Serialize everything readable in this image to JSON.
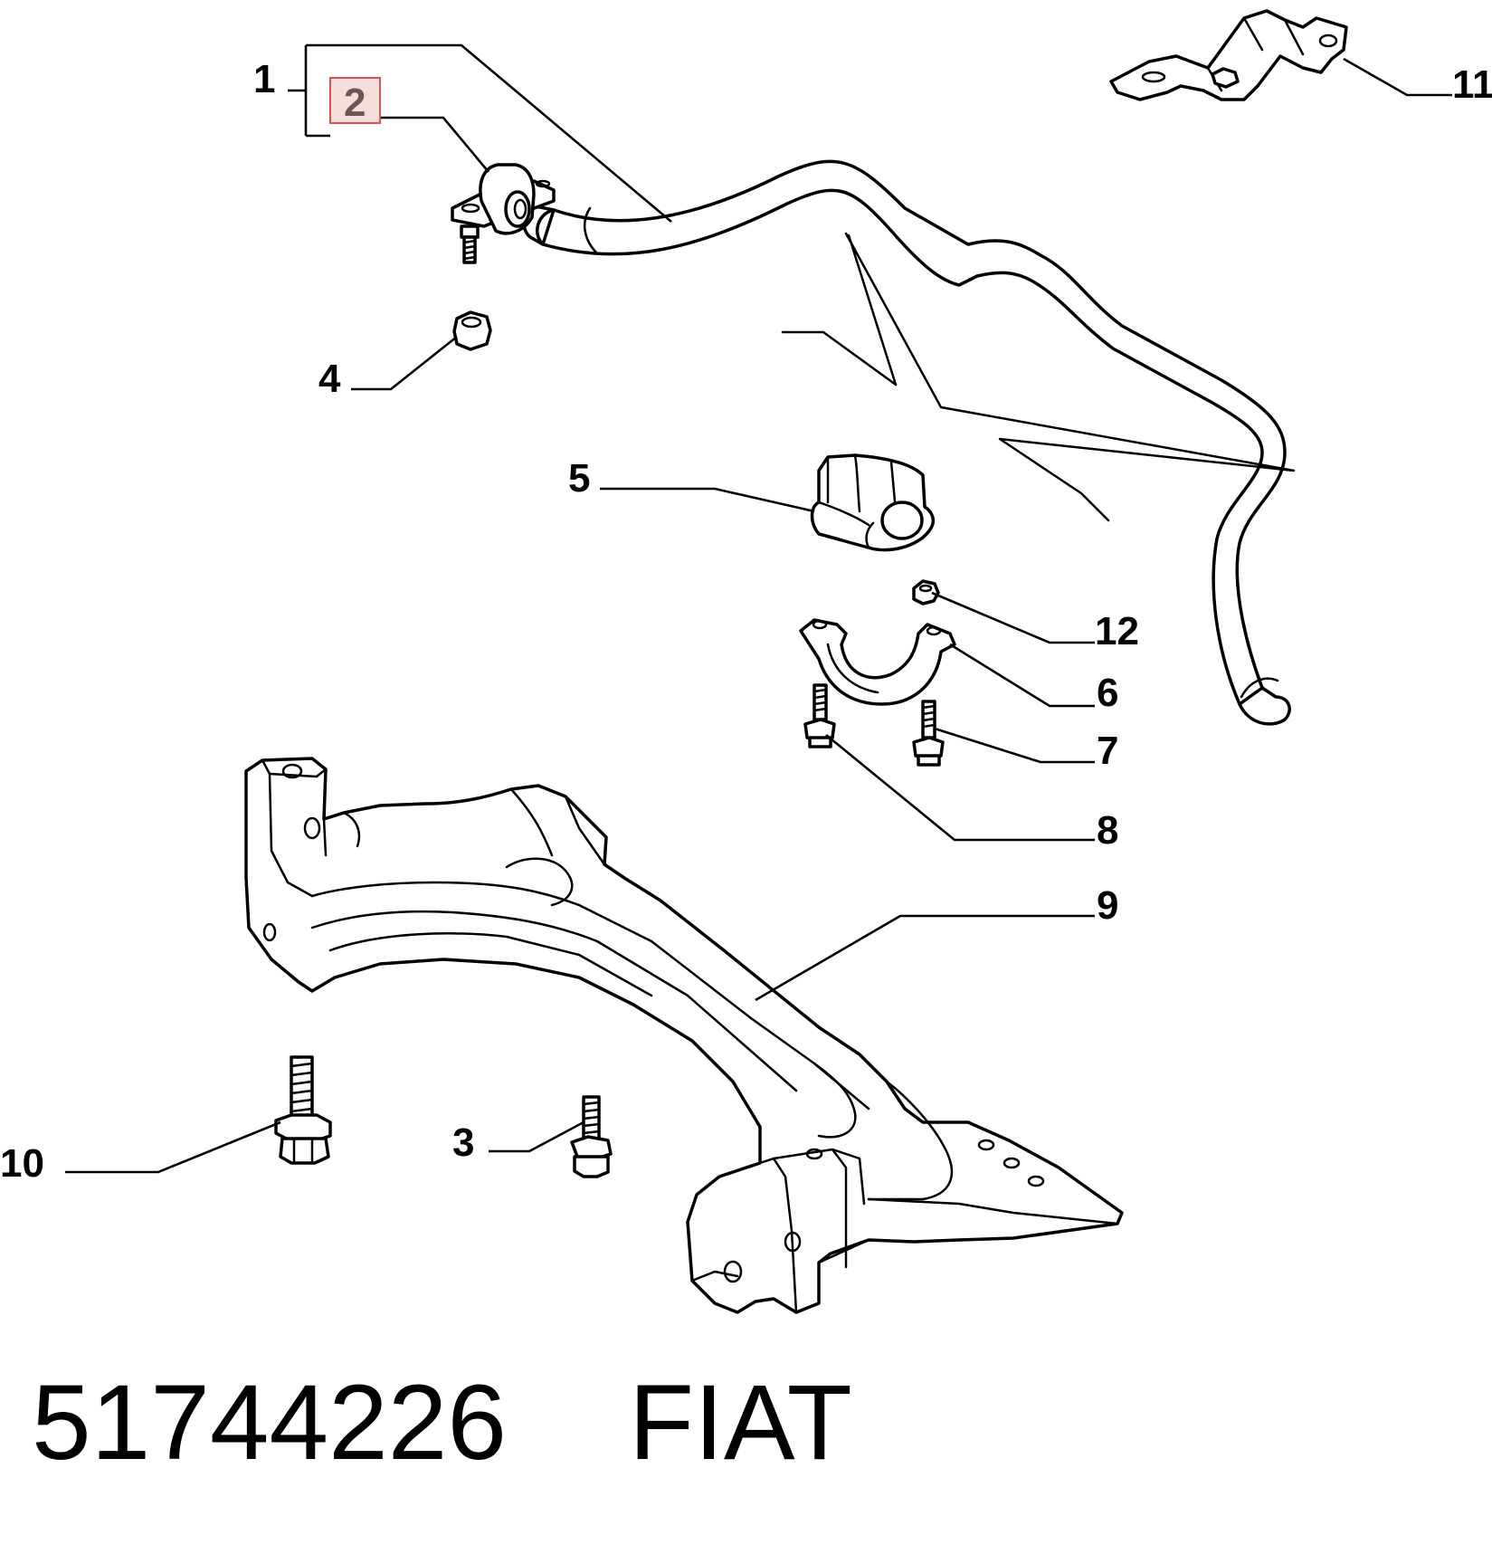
{
  "diagram": {
    "callouts": [
      {
        "id": "1",
        "label": "1"
      },
      {
        "id": "2",
        "label": "2",
        "highlighted": true
      },
      {
        "id": "3",
        "label": "3"
      },
      {
        "id": "4",
        "label": "4"
      },
      {
        "id": "5",
        "label": "5"
      },
      {
        "id": "6",
        "label": "6"
      },
      {
        "id": "7",
        "label": "7"
      },
      {
        "id": "8",
        "label": "8"
      },
      {
        "id": "9",
        "label": "9"
      },
      {
        "id": "10",
        "label": "10"
      },
      {
        "id": "11",
        "label": "11"
      },
      {
        "id": "12",
        "label": "12"
      }
    ],
    "highlight_color": "#d9534f"
  },
  "footer": {
    "part_number": "51744226",
    "brand": "FIAT"
  }
}
